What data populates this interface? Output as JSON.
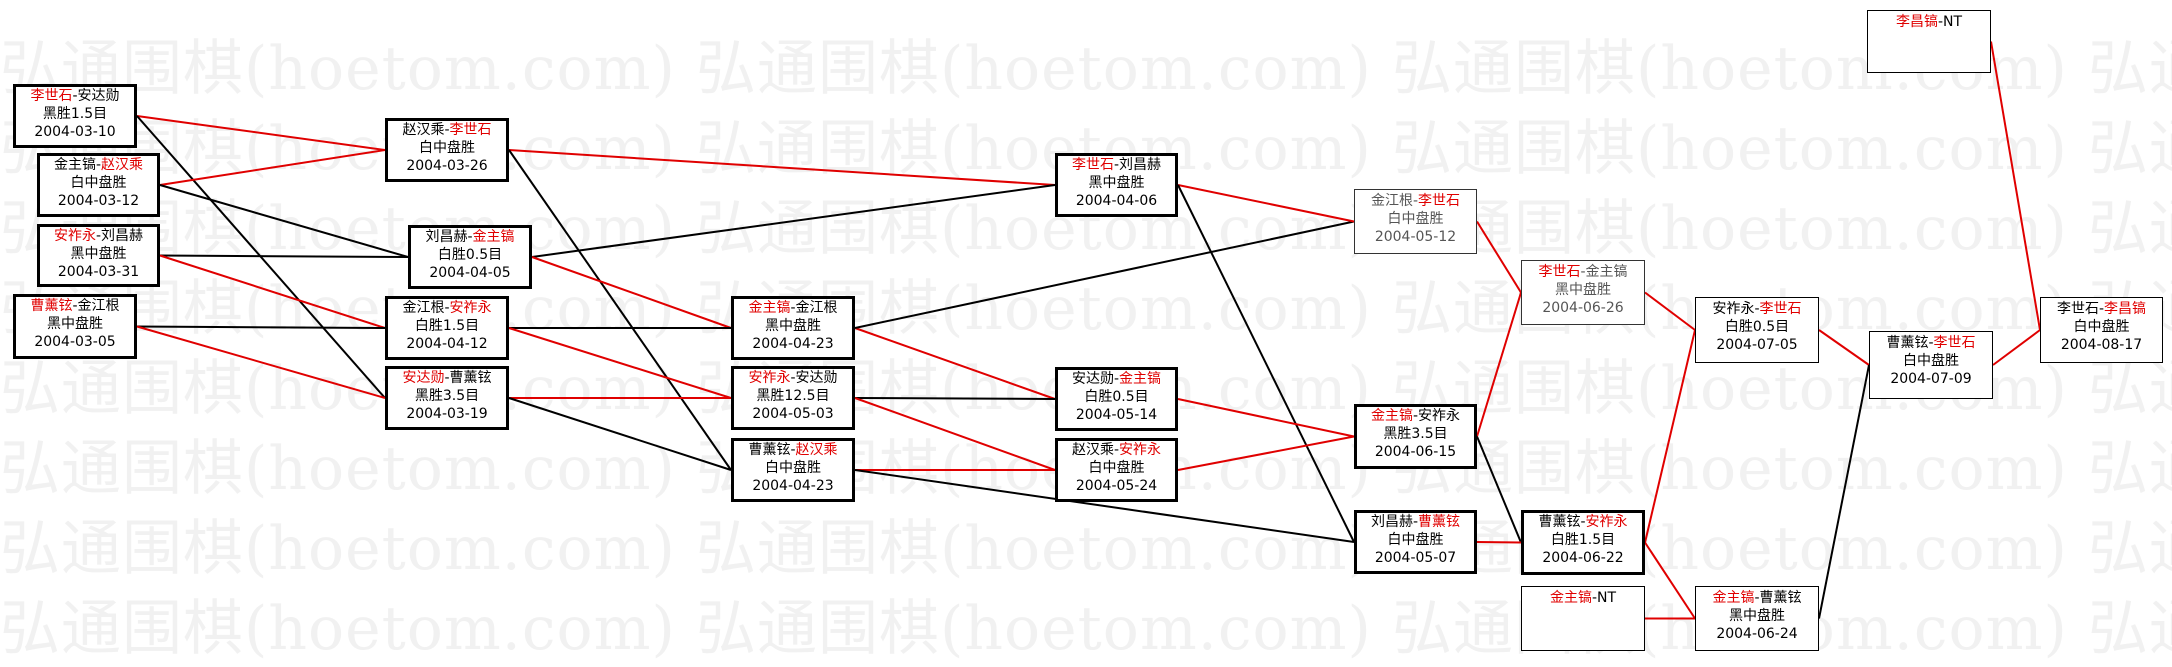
{
  "watermark": "弘通围棋(hoetom.com) 弘通围棋(hoetom.com) 弘通围棋(hoetom.com) 弘通围棋(hoetom.com) 弘通围棋",
  "colors": {
    "winner": "#e00000",
    "line_red": "#e00000",
    "line_black": "#000000"
  },
  "matches": [
    {
      "id": "m1",
      "players": [
        {
          "name": "李世石",
          "won": true
        },
        {
          "name": "安达勋",
          "won": false
        }
      ],
      "result": "黑胜1.5目",
      "date": "2004-03-10"
    },
    {
      "id": "m2",
      "players": [
        {
          "name": "金主镐",
          "won": false
        },
        {
          "name": "赵汉乘",
          "won": true
        }
      ],
      "result": "白中盘胜",
      "date": "2004-03-12"
    },
    {
      "id": "m3",
      "players": [
        {
          "name": "安祚永",
          "won": true
        },
        {
          "name": "刘昌赫",
          "won": false
        }
      ],
      "result": "黑中盘胜",
      "date": "2004-03-31"
    },
    {
      "id": "m4",
      "players": [
        {
          "name": "曹薰铉",
          "won": true
        },
        {
          "name": "金江根",
          "won": false
        }
      ],
      "result": "黑中盘胜",
      "date": "2004-03-05"
    },
    {
      "id": "m5",
      "players": [
        {
          "name": "赵汉乘",
          "won": false
        },
        {
          "name": "李世石",
          "won": true
        }
      ],
      "result": "白中盘胜",
      "date": "2004-03-26"
    },
    {
      "id": "m6",
      "players": [
        {
          "name": "刘昌赫",
          "won": false
        },
        {
          "name": "金主镐",
          "won": true
        }
      ],
      "result": "白胜0.5目",
      "date": "2004-04-05"
    },
    {
      "id": "m7",
      "players": [
        {
          "name": "金江根",
          "won": false
        },
        {
          "name": "安祚永",
          "won": true
        }
      ],
      "result": "白胜1.5目",
      "date": "2004-04-12"
    },
    {
      "id": "m8",
      "players": [
        {
          "name": "安达勋",
          "won": true
        },
        {
          "name": "曹薰铉",
          "won": false
        }
      ],
      "result": "黑胜3.5目",
      "date": "2004-03-19"
    },
    {
      "id": "m9",
      "players": [
        {
          "name": "金主镐",
          "won": true
        },
        {
          "name": "金江根",
          "won": false
        }
      ],
      "result": "黑中盘胜",
      "date": "2004-04-23"
    },
    {
      "id": "m10",
      "players": [
        {
          "name": "安祚永",
          "won": true
        },
        {
          "name": "安达勋",
          "won": false
        }
      ],
      "result": "黑胜12.5目",
      "date": "2004-05-03"
    },
    {
      "id": "m11",
      "players": [
        {
          "name": "曹薰铉",
          "won": false
        },
        {
          "name": "赵汉乘",
          "won": true
        }
      ],
      "result": "白中盘胜",
      "date": "2004-04-23"
    },
    {
      "id": "m12",
      "players": [
        {
          "name": "李世石",
          "won": true
        },
        {
          "name": "刘昌赫",
          "won": false
        }
      ],
      "result": "黑中盘胜",
      "date": "2004-04-06"
    },
    {
      "id": "m13",
      "players": [
        {
          "name": "安达勋",
          "won": false
        },
        {
          "name": "金主镐",
          "won": true
        }
      ],
      "result": "白胜0.5目",
      "date": "2004-05-14"
    },
    {
      "id": "m14",
      "players": [
        {
          "name": "赵汉乘",
          "won": false
        },
        {
          "name": "安祚永",
          "won": true
        }
      ],
      "result": "白中盘胜",
      "date": "2004-05-24"
    },
    {
      "id": "m15",
      "players": [
        {
          "name": "金江根",
          "won": false
        },
        {
          "name": "李世石",
          "won": true
        }
      ],
      "result": "白中盘胜",
      "date": "2004-05-12"
    },
    {
      "id": "m16",
      "players": [
        {
          "name": "金主镐",
          "won": true
        },
        {
          "name": "安祚永",
          "won": false
        }
      ],
      "result": "黑胜3.5目",
      "date": "2004-06-15"
    },
    {
      "id": "m17",
      "players": [
        {
          "name": "刘昌赫",
          "won": false
        },
        {
          "name": "曹薰铉",
          "won": true
        }
      ],
      "result": "白中盘胜",
      "date": "2004-05-07"
    },
    {
      "id": "m18",
      "players": [
        {
          "name": "李世石",
          "won": true
        },
        {
          "name": "金主镐",
          "won": false
        }
      ],
      "result": "黑中盘胜",
      "date": "2004-06-26"
    },
    {
      "id": "m19",
      "players": [
        {
          "name": "曹薰铉",
          "won": false
        },
        {
          "name": "安祚永",
          "won": true
        }
      ],
      "result": "白胜1.5目",
      "date": "2004-06-22"
    },
    {
      "id": "m20",
      "players": [
        {
          "name": "金主镐",
          "won": true
        },
        {
          "name": "NT",
          "won": false
        }
      ],
      "result": "",
      "date": ""
    },
    {
      "id": "m21",
      "players": [
        {
          "name": "安祚永",
          "won": false
        },
        {
          "name": "李世石",
          "won": true
        }
      ],
      "result": "白胜0.5目",
      "date": "2004-07-05"
    },
    {
      "id": "m22",
      "players": [
        {
          "name": "金主镐",
          "won": true
        },
        {
          "name": "曹薰铉",
          "won": false
        }
      ],
      "result": "黑中盘胜",
      "date": "2004-06-24"
    },
    {
      "id": "m23",
      "players": [
        {
          "name": "曹薰铉",
          "won": false
        },
        {
          "name": "李世石",
          "won": true
        }
      ],
      "result": "白中盘胜",
      "date": "2004-07-09"
    },
    {
      "id": "m24",
      "players": [
        {
          "name": "李昌镐",
          "won": true
        },
        {
          "name": "NT",
          "won": false
        }
      ],
      "result": "",
      "date": ""
    },
    {
      "id": "m25",
      "players": [
        {
          "name": "李世石",
          "won": false
        },
        {
          "name": "李昌镐",
          "won": true
        }
      ],
      "result": "白中盘胜",
      "date": "2004-08-17"
    }
  ],
  "links": [
    {
      "from": "m1",
      "to": "m5",
      "color": "red"
    },
    {
      "from": "m1",
      "to": "m8",
      "color": "black"
    },
    {
      "from": "m2",
      "to": "m5",
      "color": "red"
    },
    {
      "from": "m2",
      "to": "m6",
      "color": "black"
    },
    {
      "from": "m3",
      "to": "m6",
      "color": "black"
    },
    {
      "from": "m3",
      "to": "m7",
      "color": "red"
    },
    {
      "from": "m4",
      "to": "m7",
      "color": "black"
    },
    {
      "from": "m4",
      "to": "m8",
      "color": "red"
    },
    {
      "from": "m5",
      "to": "m12",
      "color": "red"
    },
    {
      "from": "m5",
      "to": "m11",
      "color": "black"
    },
    {
      "from": "m6",
      "to": "m12",
      "color": "black"
    },
    {
      "from": "m6",
      "to": "m9",
      "color": "red"
    },
    {
      "from": "m7",
      "to": "m9",
      "color": "black"
    },
    {
      "from": "m7",
      "to": "m10",
      "color": "red"
    },
    {
      "from": "m8",
      "to": "m10",
      "color": "red"
    },
    {
      "from": "m8",
      "to": "m11",
      "color": "black"
    },
    {
      "from": "m9",
      "to": "m13",
      "color": "red"
    },
    {
      "from": "m9",
      "to": "m15",
      "color": "black"
    },
    {
      "from": "m10",
      "to": "m13",
      "color": "black"
    },
    {
      "from": "m10",
      "to": "m14",
      "color": "red"
    },
    {
      "from": "m11",
      "to": "m14",
      "color": "red"
    },
    {
      "from": "m11",
      "to": "m17",
      "color": "black"
    },
    {
      "from": "m12",
      "to": "m15",
      "color": "red"
    },
    {
      "from": "m12",
      "to": "m17",
      "color": "black"
    },
    {
      "from": "m13",
      "to": "m16",
      "color": "red"
    },
    {
      "from": "m14",
      "to": "m16",
      "color": "red"
    },
    {
      "from": "m15",
      "to": "m18",
      "color": "red"
    },
    {
      "from": "m16",
      "to": "m18",
      "color": "red"
    },
    {
      "from": "m16",
      "to": "m19",
      "color": "black"
    },
    {
      "from": "m17",
      "to": "m19",
      "color": "red"
    },
    {
      "from": "m18",
      "to": "m21",
      "color": "red"
    },
    {
      "from": "m19",
      "to": "m21",
      "color": "red"
    },
    {
      "from": "m19",
      "to": "m22",
      "color": "red"
    },
    {
      "from": "m20",
      "to": "m22",
      "color": "red"
    },
    {
      "from": "m21",
      "to": "m23",
      "color": "red"
    },
    {
      "from": "m22",
      "to": "m23",
      "color": "black"
    },
    {
      "from": "m23",
      "to": "m25",
      "color": "red"
    },
    {
      "from": "m24",
      "to": "m25",
      "color": "red"
    }
  ]
}
